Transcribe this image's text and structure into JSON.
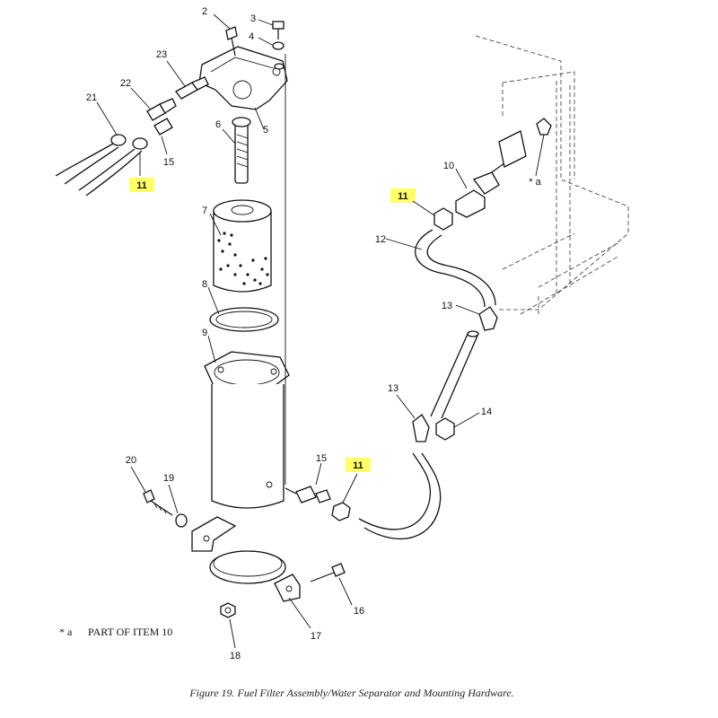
{
  "callouts": {
    "c2": "2",
    "c3": "3",
    "c4": "4",
    "c23": "23",
    "c22": "22",
    "c21": "21",
    "c5": "5",
    "c6": "6",
    "c15a": "15",
    "c11a": "11",
    "c7": "7",
    "c8": "8",
    "c9": "9",
    "c10": "10",
    "c11b": "11",
    "c12": "12",
    "c13a": "13",
    "c13b": "13",
    "c14": "14",
    "c20": "20",
    "c19": "19",
    "c15b": "15",
    "c11c": "11",
    "c16": "16",
    "c17": "17",
    "c18": "18",
    "star_a": "* a"
  },
  "legend": {
    "marker": "* a",
    "text": "PART OF ITEM 10"
  },
  "caption": "Figure 19. Fuel Filter Assembly/Water Separator and Mounting Hardware.",
  "colors": {
    "highlight": "#ffff66",
    "ink": "#111111"
  }
}
